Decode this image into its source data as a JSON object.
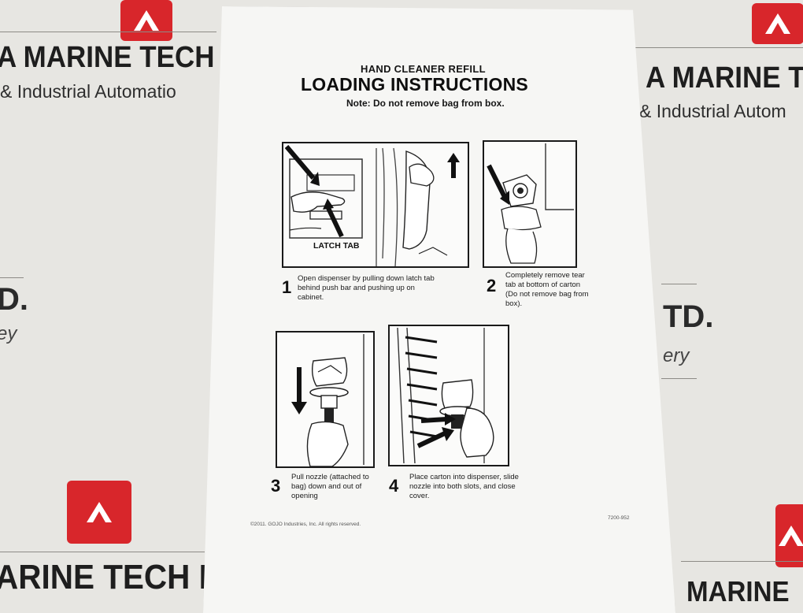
{
  "watermark": {
    "brand_top": "A MARINE TECH",
    "sub_top": "& Industrial Automatio",
    "brand_right": "A MARINE TE",
    "sub_right": "& Industrial Autom",
    "big_left": "D.",
    "small_left": "ey",
    "big_right": "TD.",
    "small_right": "ery",
    "brand_bottom": "ARINE TECH P",
    "brand_bottom_right": "MARINE",
    "logo_color": "#d8262b"
  },
  "sheet": {
    "subtitle": "HAND CLEANER REFILL",
    "title": "LOADING INSTRUCTIONS",
    "note": "Note: Do not remove bag from box.",
    "latch_label": "LATCH TAB",
    "steps": [
      {
        "number": "1",
        "text": "Open dispenser by pulling down latch tab behind push bar and pushing up on cabinet."
      },
      {
        "number": "2",
        "text": "Completely remove tear tab at bottom of carton (Do not remove bag from box)."
      },
      {
        "number": "3",
        "text": "Pull nozzle (attached to bag) down and out of opening"
      },
      {
        "number": "4",
        "text": "Place carton into dispenser, slide nozzle into both slots, and close cover."
      }
    ],
    "copyright": "©2011. GOJO Industries, Inc. All rights reserved.",
    "code": "7200-952"
  }
}
